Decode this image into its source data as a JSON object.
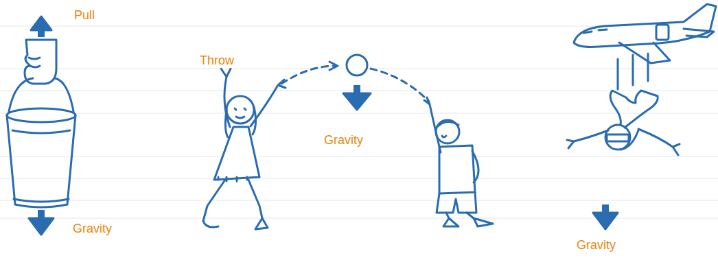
{
  "diagram": {
    "labels": [
      "Pull",
      "Gravity",
      "Throw",
      "Gravity",
      "Gravity"
    ]
  }
}
